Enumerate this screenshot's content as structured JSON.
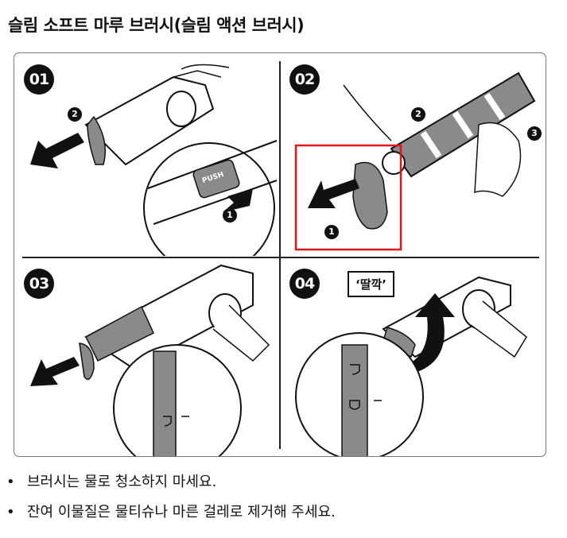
{
  "title": "슬림 소프트 마루 브러시(슬림 액션 브러시)",
  "steps": [
    {
      "number": "01",
      "sub_markers": [
        "2",
        "1"
      ],
      "button_label": "PUSH"
    },
    {
      "number": "02",
      "sub_markers": [
        "2",
        "3",
        "1"
      ]
    },
    {
      "number": "03"
    },
    {
      "number": "04",
      "callout": "‘딸깍’"
    }
  ],
  "notes": [
    "브러시는 물로 청소하지 마세요.",
    "잔여 이물질은 물티슈나 마른 걸레로 제거해 주세요."
  ],
  "bullet_char": "•",
  "colors": {
    "highlight": "#e0161b",
    "part_gray": "#8a8a8a"
  }
}
